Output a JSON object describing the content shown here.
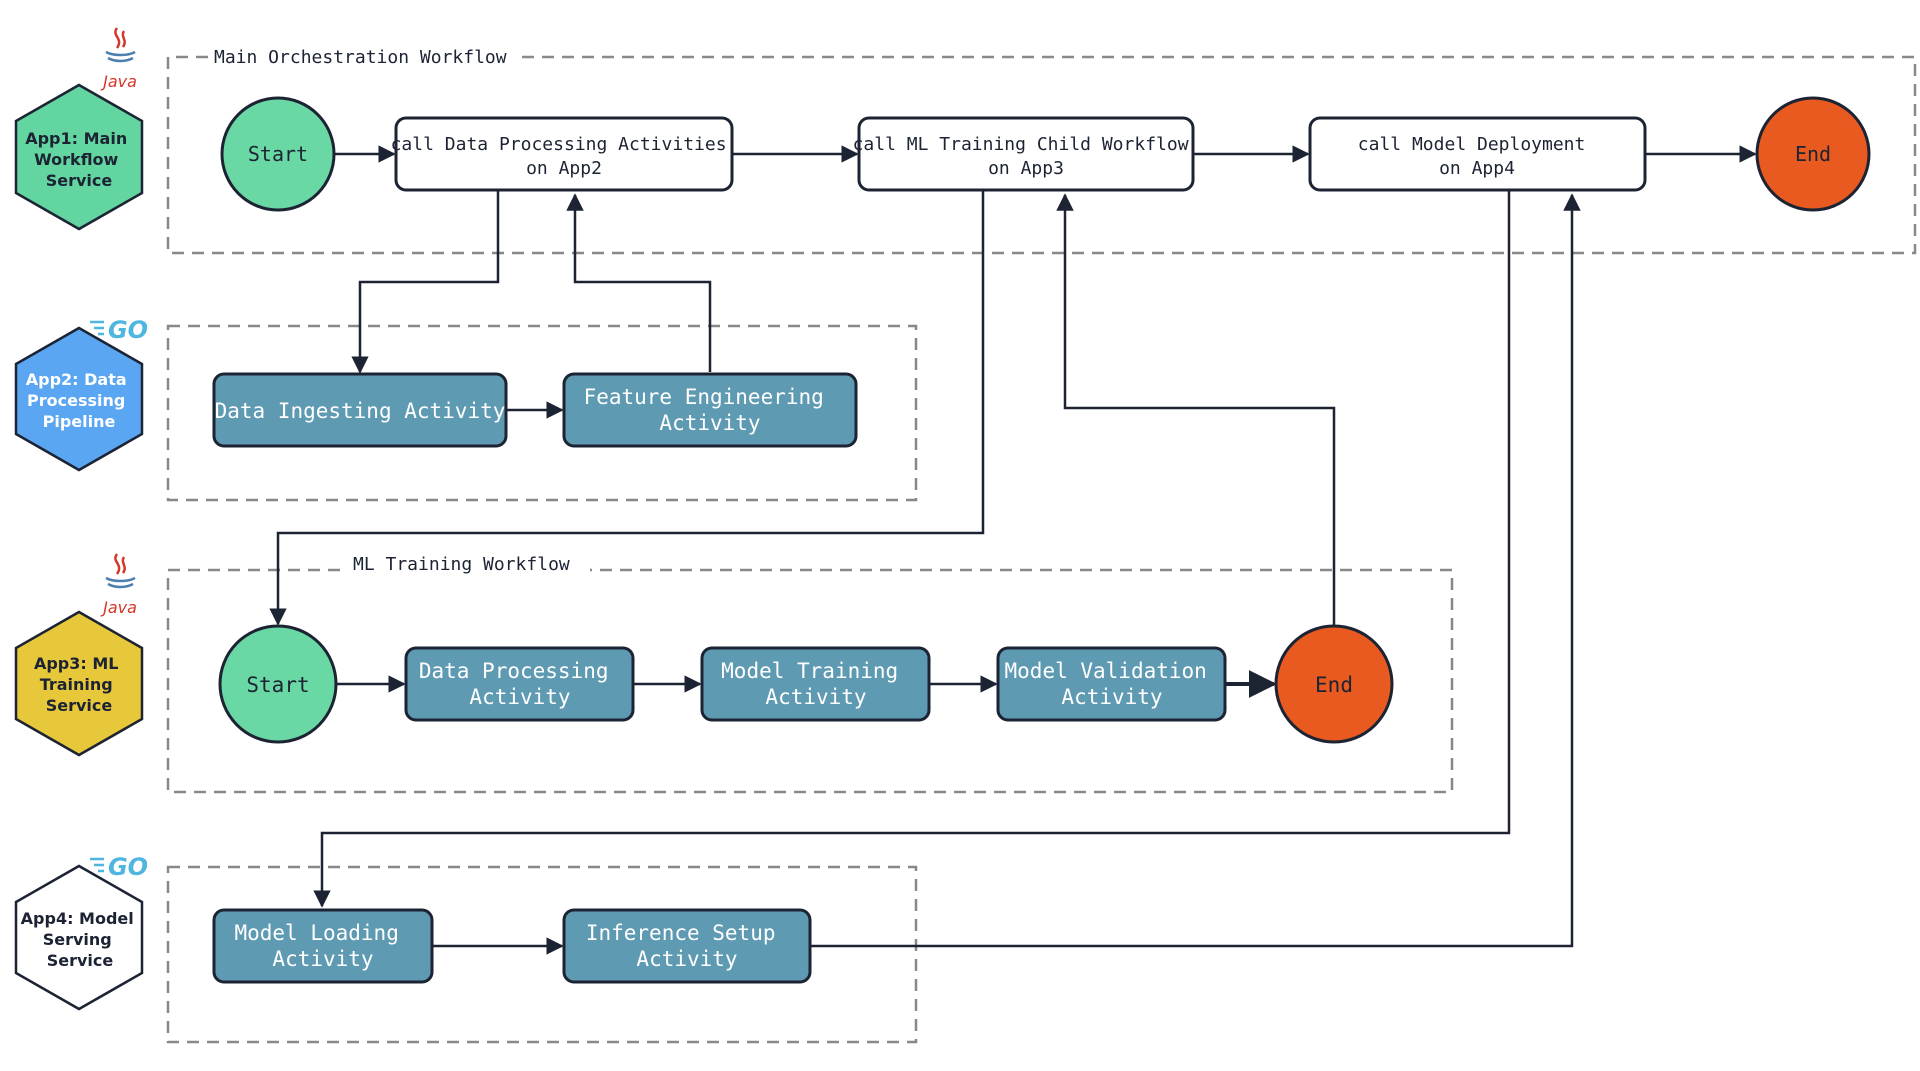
{
  "colors": {
    "app1": "#63d5a0",
    "app2": "#5aa6f2",
    "app3": "#e8c83b",
    "app4": "#ffffff",
    "start": "#6ad8a4",
    "end": "#e85a1f",
    "activity": "#5f9ab3",
    "line": "#1c2333",
    "dash": "#888888",
    "java": "#d5372a",
    "go": "#4fb6e0"
  },
  "apps": {
    "app1": {
      "lines": [
        "App1: Main",
        "Workflow",
        "Service"
      ],
      "logo": "java-logo-icon",
      "logo_label": "Java"
    },
    "app2": {
      "lines": [
        "App2: Data",
        "Processing",
        "Pipeline"
      ],
      "logo": "go-logo-icon",
      "logo_label": "GO"
    },
    "app3": {
      "lines": [
        "App3: ML",
        "Training",
        "Service"
      ],
      "logo": "java-logo-icon",
      "logo_label": "Java"
    },
    "app4": {
      "lines": [
        "App4: Model",
        "Serving",
        "Service"
      ],
      "logo": "go-logo-icon",
      "logo_label": "GO"
    }
  },
  "groups": {
    "main": "Main Orchestration Workflow",
    "ml": "ML Training Workflow"
  },
  "nodes": {
    "main_start": "Start",
    "main_end": "End",
    "call_data": [
      "call Data Processing Activities",
      "on App2"
    ],
    "call_ml": [
      "call ML Training Child Workflow",
      "on App3"
    ],
    "call_deploy": [
      "call Model Deployment",
      "on App4"
    ],
    "ingest": [
      "Data Ingesting Activity"
    ],
    "feature": [
      "Feature Engineering",
      "Activity"
    ],
    "ml_start": "Start",
    "ml_end": "End",
    "data_proc": [
      "Data Processing",
      "Activity"
    ],
    "train": [
      "Model Training",
      "Activity"
    ],
    "validate": [
      "Model Validation",
      "Activity"
    ],
    "load": [
      "Model Loading",
      "Activity"
    ],
    "inference": [
      "Inference Setup",
      "Activity"
    ]
  }
}
